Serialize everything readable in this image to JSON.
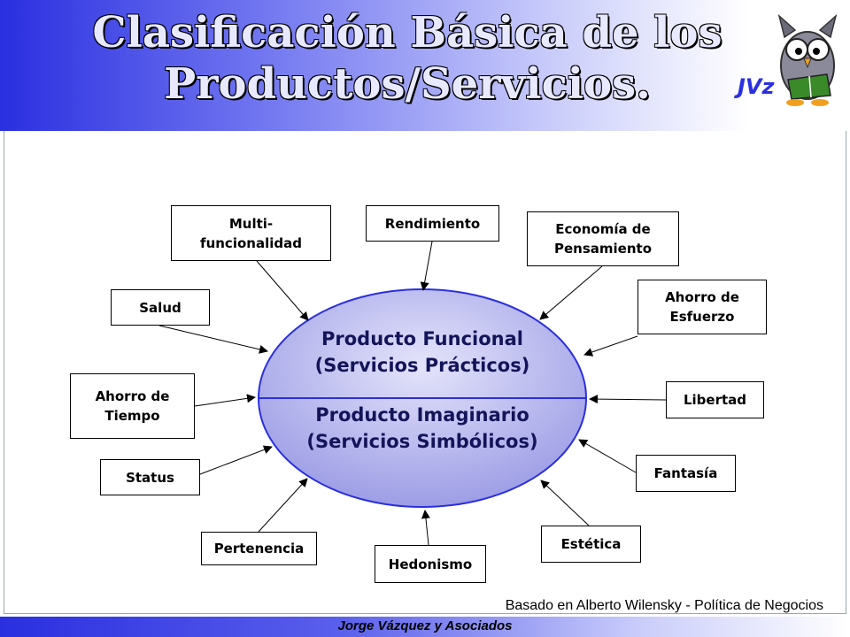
{
  "header": {
    "title": "Clasificación Básica de los\nProductos/Servicios.",
    "logo_text": "JVz"
  },
  "center": {
    "top_label": "Producto Funcional\n(Servicios Prácticos)",
    "bottom_label": "Producto Imaginario\n(Servicios Simbólicos)"
  },
  "nodes": [
    {
      "id": "multi",
      "label": "Multi-\nfuncionalidad"
    },
    {
      "id": "rendimiento",
      "label": "Rendimiento"
    },
    {
      "id": "economia",
      "label": "Economía de\nPensamiento"
    },
    {
      "id": "salud",
      "label": "Salud"
    },
    {
      "id": "ahorro-esfuerzo",
      "label": "Ahorro de\nEsfuerzo"
    },
    {
      "id": "ahorro-tiempo",
      "label": "Ahorro de\nTiempo"
    },
    {
      "id": "libertad",
      "label": "Libertad"
    },
    {
      "id": "status",
      "label": "Status"
    },
    {
      "id": "fantasia",
      "label": "Fantasía"
    },
    {
      "id": "pertenencia",
      "label": "Pertenencia"
    },
    {
      "id": "estetica",
      "label": "Estética"
    },
    {
      "id": "hedonismo",
      "label": "Hedonismo"
    }
  ],
  "credit": "Basado en Alberto Wilensky - Política de Negocios",
  "footer": {
    "text": "Jorge Vázquez y Asociados"
  },
  "colors": {
    "header_blue": "#2a2fe0",
    "ellipse_fill": "#b9b9f0",
    "ellipse_stroke": "#2a2fe0"
  }
}
